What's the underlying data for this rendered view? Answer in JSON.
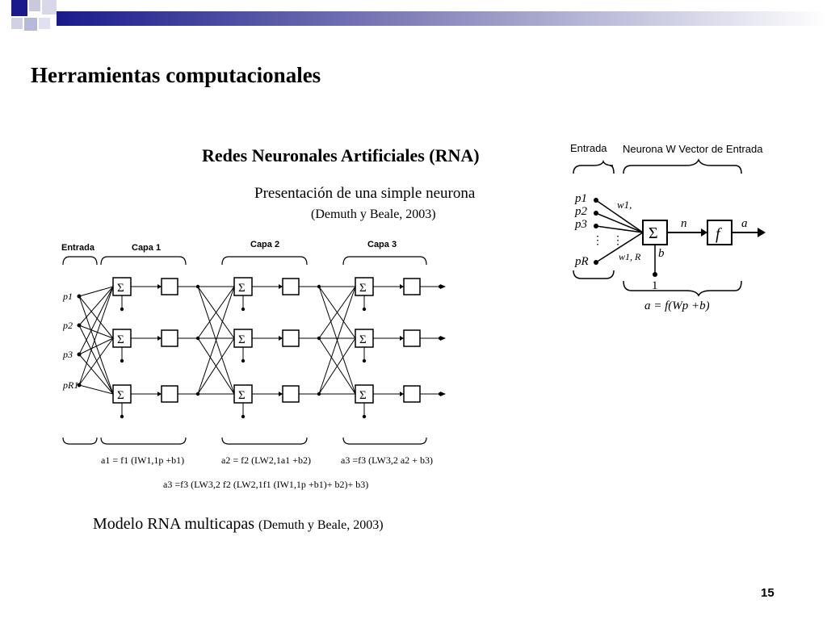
{
  "slide": {
    "title": "Herramientas computacionales",
    "page_number": "15",
    "accent_color": "#1a1a8c"
  },
  "rna": {
    "title": "Redes Neuronales Artificiales (RNA)",
    "subtitle": "Presentación de una simple neurona",
    "citation": "(Demuth y Beale, 2003)"
  },
  "simple_neuron": {
    "input_label": "Entrada",
    "neuron_label": "Neurona W Vector de Entrada",
    "inputs": [
      "p1",
      "p2",
      "p3",
      "pR"
    ],
    "weight_top": "w1,",
    "weight_bottom": "w1, R",
    "sum_symbol": "Σ",
    "net_label": "n",
    "transfer": "f",
    "output": "a",
    "bias": "b",
    "bias_input": "1",
    "equation": "a = f(Wp +b)"
  },
  "multilayer": {
    "input_label": "Entrada",
    "layers": [
      "Capa 1",
      "Capa 2",
      "Capa 3"
    ],
    "inputs": [
      "p1",
      "p2",
      "p3",
      "pR1"
    ],
    "equations": {
      "eq1": "a1 = f1 (IW1,1p +b1)",
      "eq2": "a2 = f2 (LW2,1a1 +b2)",
      "eq3": "a3 =f3 (LW3,2 a2 + b3)",
      "eq_full": "a3 =f3 (LW3,2 f2 (LW2,1f1 (IW1,1p +b1)+ b2)+ b3)"
    }
  },
  "caption": {
    "text": "Modelo RNA multicapas",
    "citation": "(Demuth y Beale, 2003)"
  }
}
